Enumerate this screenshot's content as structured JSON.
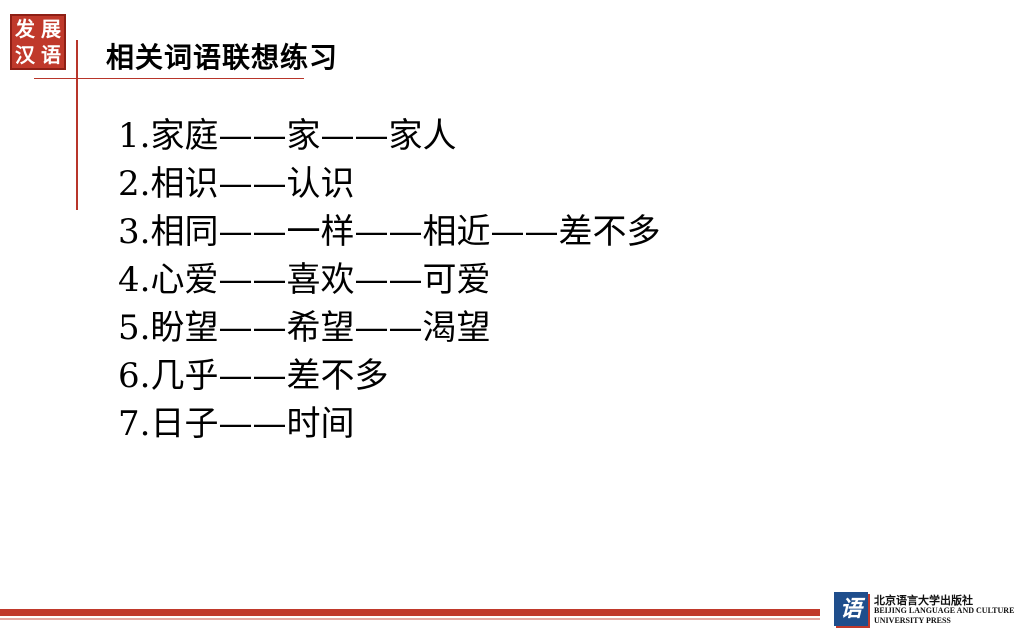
{
  "logo": {
    "chars": [
      "发",
      "展",
      "汉",
      "语"
    ]
  },
  "title": "相关词语联想练习",
  "items": [
    "1.家庭——家——家人",
    "2.相识——认识",
    "3.相同——一样——相近——差不多",
    "4.心爱——喜欢——可爱",
    "5.盼望——希望——渴望",
    "6.几乎——差不多",
    "7.日子——时间"
  ],
  "publisher": {
    "icon": "语",
    "name_cn": "北京语言大学出版社",
    "name_en": "BEIJING LANGUAGE AND CULTURE UNIVERSITY PRESS"
  },
  "colors": {
    "accent": "#c0392b",
    "publisher_blue": "#1f4e8c"
  }
}
